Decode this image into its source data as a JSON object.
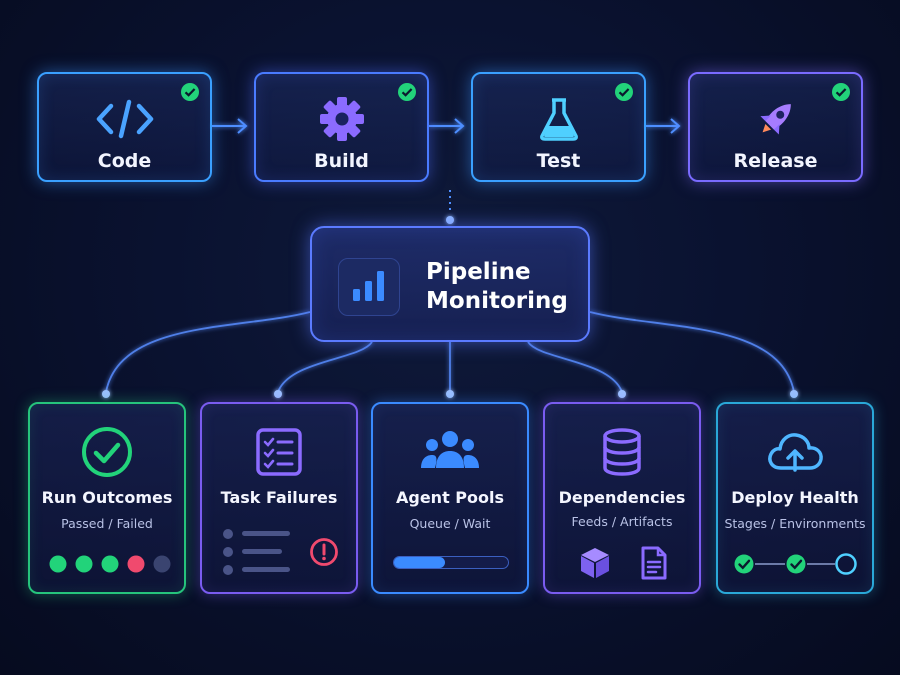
{
  "stages": [
    {
      "label": "Code",
      "status": "passed"
    },
    {
      "label": "Build",
      "status": "passed"
    },
    {
      "label": "Test",
      "status": "passed"
    },
    {
      "label": "Release",
      "status": "passed"
    }
  ],
  "hub": {
    "title_line1": "Pipeline",
    "title_line2": "Monitoring"
  },
  "cards": [
    {
      "title": "Run Outcomes",
      "subtitle": "Passed / Failed"
    },
    {
      "title": "Task Failures",
      "subtitle": ""
    },
    {
      "title": "Agent Pools",
      "subtitle": "Queue / Wait",
      "progress": 0.45
    },
    {
      "title": "Dependencies",
      "subtitle": "Feeds / Artifacts"
    },
    {
      "title": "Deploy Health",
      "subtitle": "Stages / Environments"
    }
  ],
  "run_outcome_dots": [
    "passed",
    "passed",
    "passed",
    "failed",
    "pending"
  ],
  "deploy_steps": [
    "done",
    "done",
    "pending"
  ],
  "colors": {
    "green": "#22d37a",
    "red": "#f04a6e",
    "blue": "#3b8bff",
    "purple": "#8b6bff",
    "cyan": "#4fd0ff",
    "teal": "#2dd4aa"
  }
}
